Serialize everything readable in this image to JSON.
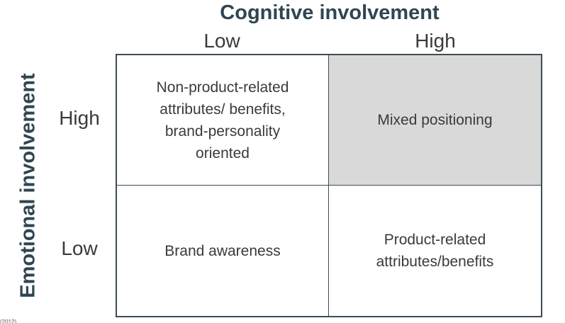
{
  "axes": {
    "x_title": "Cognitive involvement",
    "y_title": "Emotional involvement",
    "x_levels": [
      "Low",
      "High"
    ],
    "y_levels": [
      "High",
      "Low"
    ]
  },
  "cells": {
    "high_emotional_low_cognitive": "Non-product-related attributes/ benefits, brand-personality oriented",
    "high_emotional_high_cognitive": "Mixed positioning",
    "low_emotional_low_cognitive": "Brand awareness",
    "low_emotional_high_cognitive": "Product-related attributes/benefits"
  },
  "colors": {
    "highlight_cell": "#d9d9d9",
    "title": "#2f4551",
    "border": "#3c4c55"
  },
  "source_stub": "(2012)"
}
